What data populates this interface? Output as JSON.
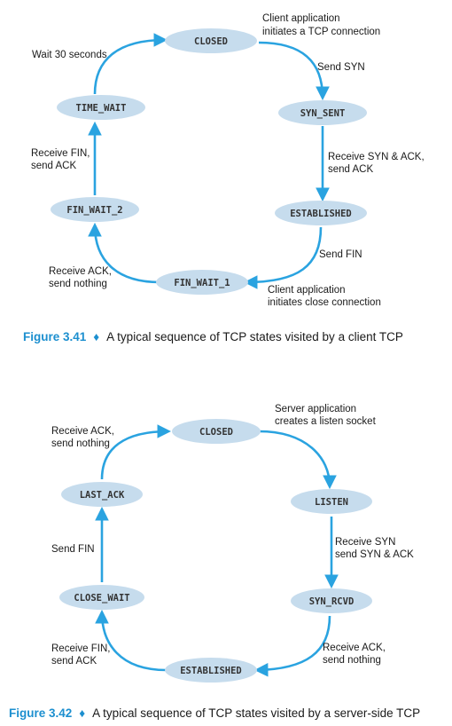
{
  "colors": {
    "arrow": "#2aa3e0",
    "state_fill": "#c6dced",
    "caption_accent": "#1c8fcf",
    "text": "#1a1a1a"
  },
  "figure1": {
    "states": {
      "closed": "CLOSED",
      "syn_sent": "SYN_SENT",
      "established": "ESTABLISHED",
      "fin_wait_1": "FIN_WAIT_1",
      "fin_wait_2": "FIN_WAIT_2",
      "time_wait": "TIME_WAIT"
    },
    "labels": {
      "client_open_1": "Client application",
      "client_open_2": "initiates a TCP connection",
      "send_syn": "Send SYN",
      "recv_synack_1": "Receive SYN & ACK,",
      "recv_synack_2": "send ACK",
      "send_fin": "Send FIN",
      "client_close_1": "Client application",
      "client_close_2": "initiates close connection",
      "recv_ack_1": "Receive ACK,",
      "recv_ack_2": "send nothing",
      "recv_fin_1": "Receive FIN,",
      "recv_fin_2": "send ACK",
      "wait_30": "Wait 30 seconds"
    },
    "caption": {
      "figure": "Figure 3.41",
      "sep": "♦",
      "text": "A typical sequence of TCP states visited by a client TCP"
    }
  },
  "figure2": {
    "states": {
      "closed": "CLOSED",
      "listen": "LISTEN",
      "syn_rcvd": "SYN_RCVD",
      "established": "ESTABLISHED",
      "close_wait": "CLOSE_WAIT",
      "last_ack": "LAST_ACK"
    },
    "labels": {
      "server_open_1": "Server application",
      "server_open_2": "creates a listen socket",
      "recv_syn_1": "Receive SYN",
      "recv_syn_2": "send SYN & ACK",
      "recv_ack_right_1": "Receive ACK,",
      "recv_ack_right_2": "send nothing",
      "recv_fin_1": "Receive FIN,",
      "recv_fin_2": "send ACK",
      "send_fin": "Send FIN",
      "recv_ack_left_1": "Receive ACK,",
      "recv_ack_left_2": "send nothing"
    },
    "caption": {
      "figure": "Figure 3.42",
      "sep": "♦",
      "text": "A typical sequence of TCP states visited by a server-side TCP"
    }
  }
}
